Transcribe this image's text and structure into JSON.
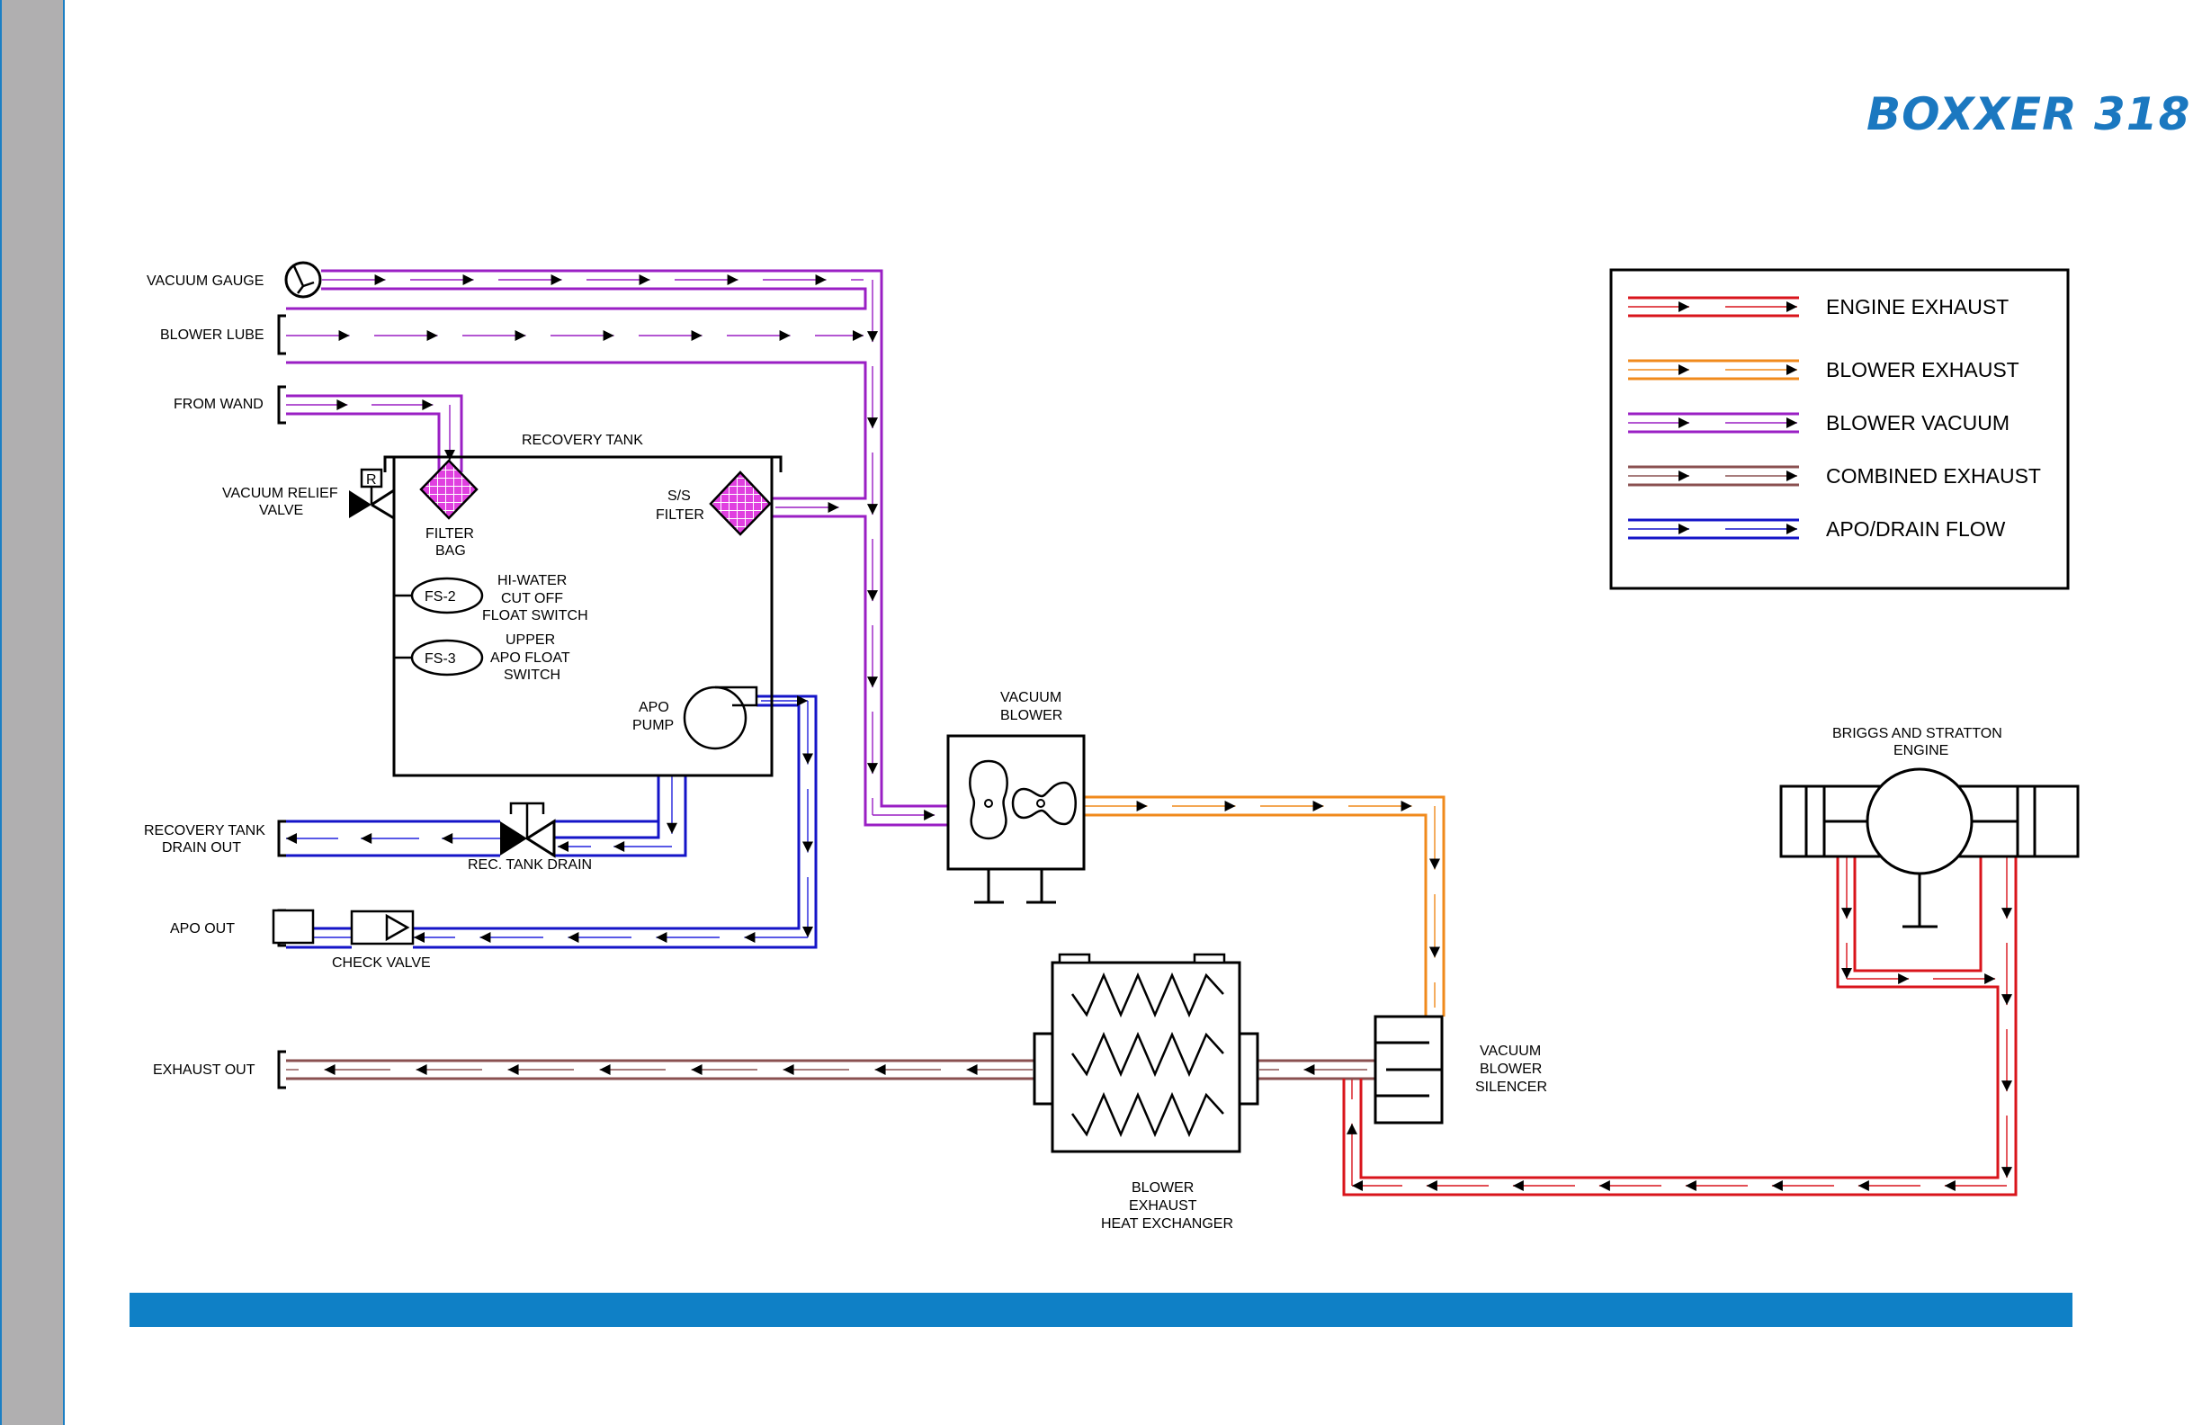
{
  "brand": {
    "logo_text": "BOXXER 318",
    "color": "#1b78c0"
  },
  "colors": {
    "engine_exhaust": "#d9141b",
    "blower_exhaust": "#f08a1c",
    "blower_vacuum": "#9a1fc4",
    "combined_exhaust": "#8a5050",
    "apo_drain": "#1414c8",
    "footer_bar": "#0f80c6",
    "sidebar": "#b0afb0",
    "filter_fill": "#e040e0"
  },
  "legend": {
    "items": [
      {
        "label": "ENGINE  EXHAUST",
        "flow": "engine_exhaust"
      },
      {
        "label": "BLOWER  EXHAUST",
        "flow": "blower_exhaust"
      },
      {
        "label": "BLOWER  VACUUM",
        "flow": "blower_vacuum"
      },
      {
        "label": "COMBINED  EXHAUST",
        "flow": "combined_exhaust"
      },
      {
        "label": "APO/DRAIN  FLOW",
        "flow": "apo_drain"
      }
    ]
  },
  "labels": {
    "vacuum_gauge": "VACUUM  GAUGE",
    "blower_lube": "BLOWER  LUBE",
    "from_wand": "FROM  WAND",
    "recovery_tank": "RECOVERY  TANK",
    "vacuum_relief_1": "VACUUM  RELIEF",
    "vacuum_relief_2": "VALVE",
    "relief_r": "R",
    "filter_bag_1": "FILTER",
    "filter_bag_2": "BAG",
    "ss_filter_1": "S/S",
    "ss_filter_2": "FILTER",
    "fs2": "FS-2",
    "fs2_desc_1": "HI-WATER",
    "fs2_desc_2": "CUT  OFF",
    "fs2_desc_3": "FLOAT  SWITCH",
    "fs3": "FS-3",
    "fs3_desc_1": "UPPER",
    "fs3_desc_2": "APO  FLOAT",
    "fs3_desc_3": "SWITCH",
    "apo_pump_1": "APO",
    "apo_pump_2": "PUMP",
    "drain_out_1": "RECOVERY  TANK",
    "drain_out_2": "DRAIN  OUT",
    "rec_tank_drain": "REC.  TANK  DRAIN",
    "apo_out": "APO  OUT",
    "check_valve": "CHECK  VALVE",
    "exhaust_out": "EXHAUST  OUT",
    "vacuum_blower_1": "VACUUM",
    "vacuum_blower_2": "BLOWER",
    "engine_1": "BRIGGS  AND  STRATTON",
    "engine_2": "ENGINE",
    "silencer_1": "VACUUM",
    "silencer_2": "BLOWER",
    "silencer_3": "SILENCER",
    "hx_1": "BLOWER",
    "hx_2": "EXHAUST",
    "hx_3": "HEAT  EXCHANGER"
  }
}
